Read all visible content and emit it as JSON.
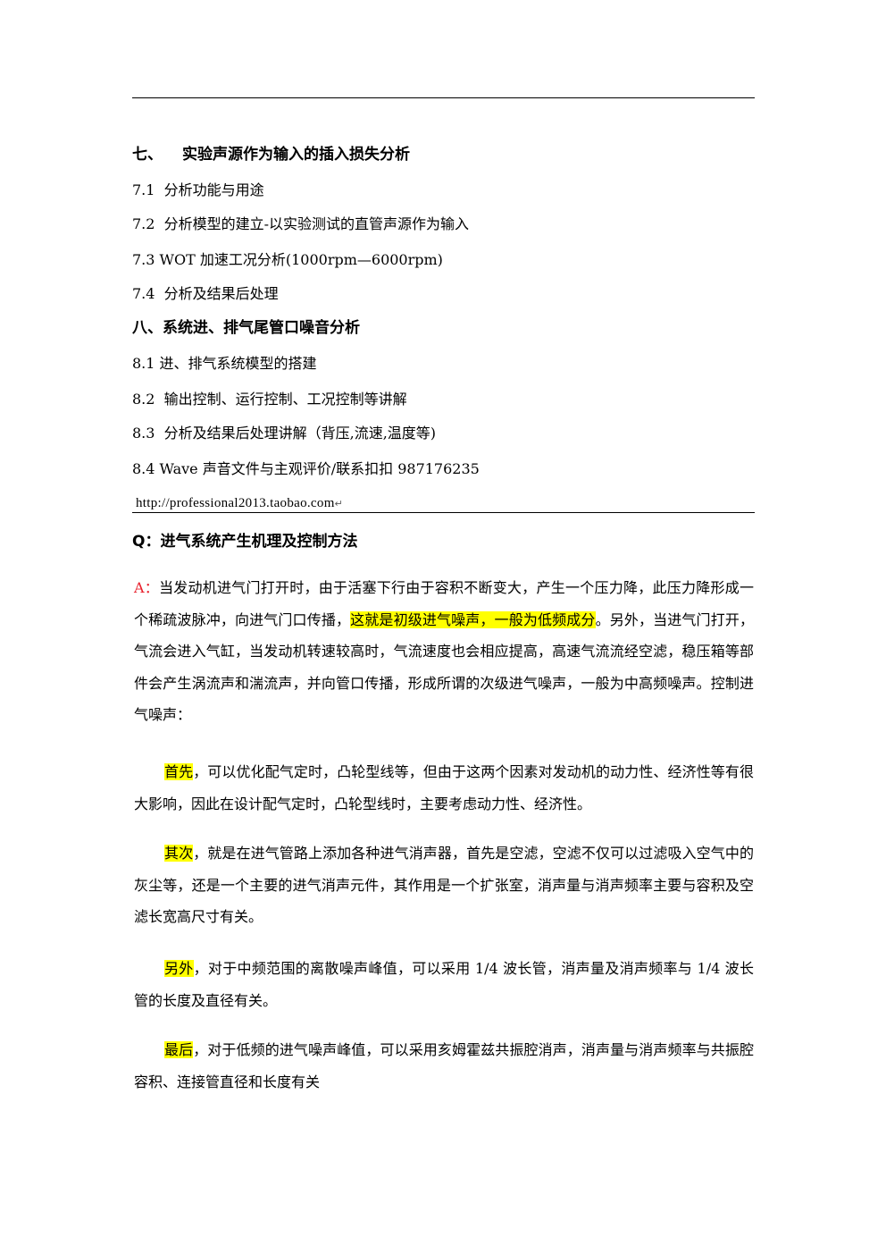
{
  "toc": {
    "heading7": {
      "num": "七、",
      "title": "实验声源作为输入的插入损失分析"
    },
    "items7": [
      {
        "num": "7.1",
        "text": "分析功能与用途"
      },
      {
        "num": "7.2",
        "text": "分析模型的建立-以实验测试的直管声源作为输入"
      },
      {
        "num": "7.3",
        "text": "WOT 加速工况分析(1000rpm—6000rpm)"
      },
      {
        "num": "7.4",
        "text": "分析及结果后处理"
      }
    ],
    "heading8": {
      "num": "八、",
      "title": "系统进、排气尾管口噪音分析"
    },
    "items8": [
      {
        "num": "8.1",
        "text": "进、排气系统模型的搭建"
      },
      {
        "num": "8.2",
        "text": "输出控制、运行控制、工况控制等讲解"
      },
      {
        "num": "8.3",
        "text": "分析及结果后处理讲解（背压,流速,温度等)"
      },
      {
        "num": "8.4",
        "text": "Wave 声音文件与主观评价/联系扣扣 987176235"
      }
    ],
    "url": "http://professional2013.taobao.com",
    "return_mark": "↵"
  },
  "qa": {
    "question": "Q：进气系统产生机理及控制方法",
    "answer_label": "A：",
    "answer_part1": "当发动机进气门打开时，由于活塞下行由于容积不断变大，产生一个压力降，此压力降形成一个稀疏波脉冲，向进气门口传播，",
    "answer_highlight": "这就是初级进气噪声，一般为低频成分",
    "answer_part2": "。另外，当进气门打开，气流会进入气缸，当发动机转速较高时，气流速度也会相应提高，高速气流流经空滤，稳压箱等部件会产生涡流声和湍流声，并向管口传播，形成所谓的次级进气噪声，一般为中高频噪声。控制进气噪声：",
    "points": [
      {
        "lead": "首先",
        "text": "，可以优化配气定时，凸轮型线等，但由于这两个因素对发动机的动力性、经济性等有很大影响，因此在设计配气定时，凸轮型线时，主要考虑动力性、经济性。"
      },
      {
        "lead": "其次",
        "text": "，就是在进气管路上添加各种进气消声器，首先是空滤，空滤不仅可以过滤吸入空气中的灰尘等，还是一个主要的进气消声元件，其作用是一个扩张室，消声量与消声频率主要与容积及空滤长宽高尺寸有关。"
      },
      {
        "lead": "另外",
        "text": "，对于中频范围的离散噪声峰值，可以采用 1/4 波长管，消声量及消声频率与 1/4 波长管的长度及直径有关。"
      },
      {
        "lead": "最后",
        "text": "，对于低频的进气噪声峰值，可以采用亥姆霍兹共振腔消声，消声量与消声频率与共振腔容积、连接管直径和长度有关"
      }
    ]
  }
}
